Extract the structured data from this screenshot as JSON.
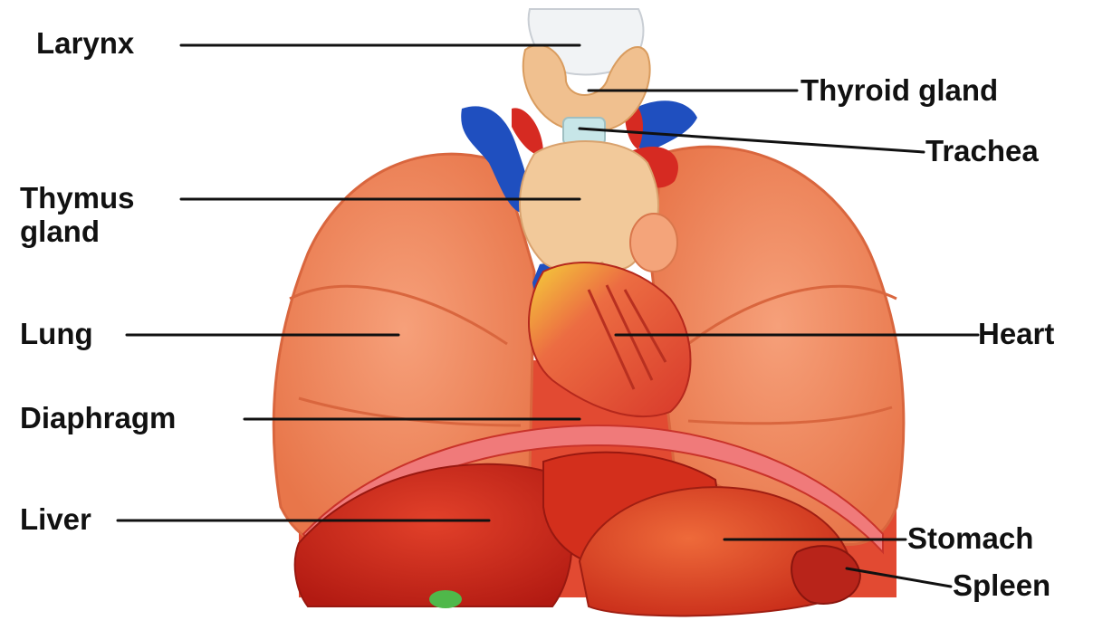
{
  "labels": {
    "larynx": "Larynx",
    "thyroid": "Thyroid gland",
    "trachea": "Trachea",
    "thymus_line1": "Thymus",
    "thymus_line2": "gland",
    "lung": "Lung",
    "heart": "Heart",
    "diaphragm": "Diaphragm",
    "liver": "Liver",
    "stomach": "Stomach",
    "spleen": "Spleen"
  },
  "colors": {
    "background": "#ffffff",
    "lung": "#f08a5d",
    "lung_dark": "#d9663e",
    "diaphragm": "#d93a2a",
    "liver": "#c8261c",
    "stomach": "#e0421f",
    "heart": "#e84a2e",
    "heart_fat": "#f5d23a",
    "thymus": "#f2c99a",
    "vein": "#1f4fbf",
    "leader_line": "#111111"
  }
}
